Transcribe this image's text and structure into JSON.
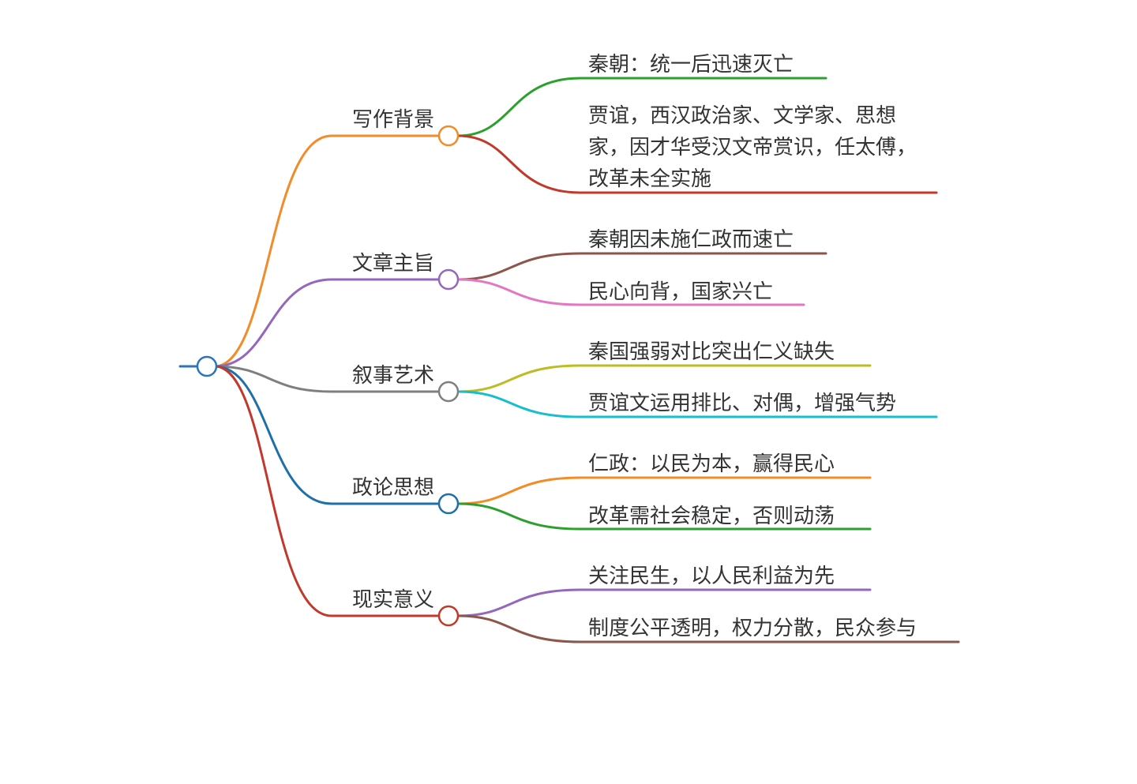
{
  "mindmap": {
    "root_color": "#2e75b6",
    "branches": [
      {
        "label": "写作背景",
        "color": "#f28c28",
        "children": [
          {
            "label": "秦朝：统一后迅速灭亡",
            "color": "#2ca02c"
          },
          {
            "label": "贾谊，西汉政治家、文学家、思想家，因才华受汉文帝赏识，任太傅，改革未全实施",
            "color": "#c0392b"
          }
        ]
      },
      {
        "label": "文章主旨",
        "color": "#9467bd",
        "children": [
          {
            "label": "秦朝因未施仁政而速亡",
            "color": "#8c564b"
          },
          {
            "label": "民心向背，国家兴亡",
            "color": "#e377c2"
          }
        ]
      },
      {
        "label": "叙事艺术",
        "color": "#7f7f7f",
        "children": [
          {
            "label": "秦国强弱对比突出仁义缺失",
            "color": "#bcbd22"
          },
          {
            "label": "贾谊文运用排比、对偶，增强气势",
            "color": "#17becf"
          }
        ]
      },
      {
        "label": "政论思想",
        "color": "#1f6fa8",
        "children": [
          {
            "label": "仁政：以民为本，赢得民心",
            "color": "#f28c28"
          },
          {
            "label": "改革需社会稳定，否则动荡",
            "color": "#2ca02c"
          }
        ]
      },
      {
        "label": "现实意义",
        "color": "#c0392b",
        "children": [
          {
            "label": "关注民生，以人民利益为先",
            "color": "#9467bd"
          },
          {
            "label": "制度公平透明，权力分散，民众参与",
            "color": "#8c564b"
          }
        ]
      }
    ]
  }
}
